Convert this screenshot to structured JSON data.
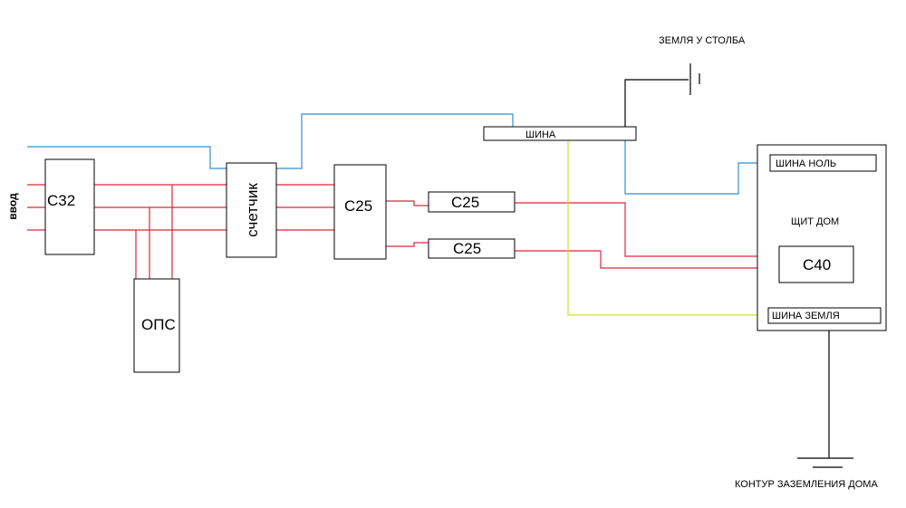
{
  "labels": {
    "input": "ввод",
    "breaker_main": "С32",
    "surge_protector": "ОПС",
    "meter": "счетчик",
    "breaker_group": "С25",
    "breaker_line_1": "С25",
    "breaker_line_2": "С25",
    "bus_main": "ШИНА",
    "pole_ground": "ЗЕМЛЯ У СТОЛБА",
    "house_panel": "ЩИТ ДОМ",
    "bus_neutral": "ШИНА НОЛЬ",
    "bus_ground": "ШИНА ЗЕМЛЯ",
    "breaker_house": "С40",
    "house_ground": "КОНТУР ЗАЗЕМЛЕНИЯ ДОМА"
  },
  "colors": {
    "phase": "#d9283a",
    "neutral": "#2f8fd8",
    "ground": "#cfdc3a",
    "outline": "#000000"
  }
}
